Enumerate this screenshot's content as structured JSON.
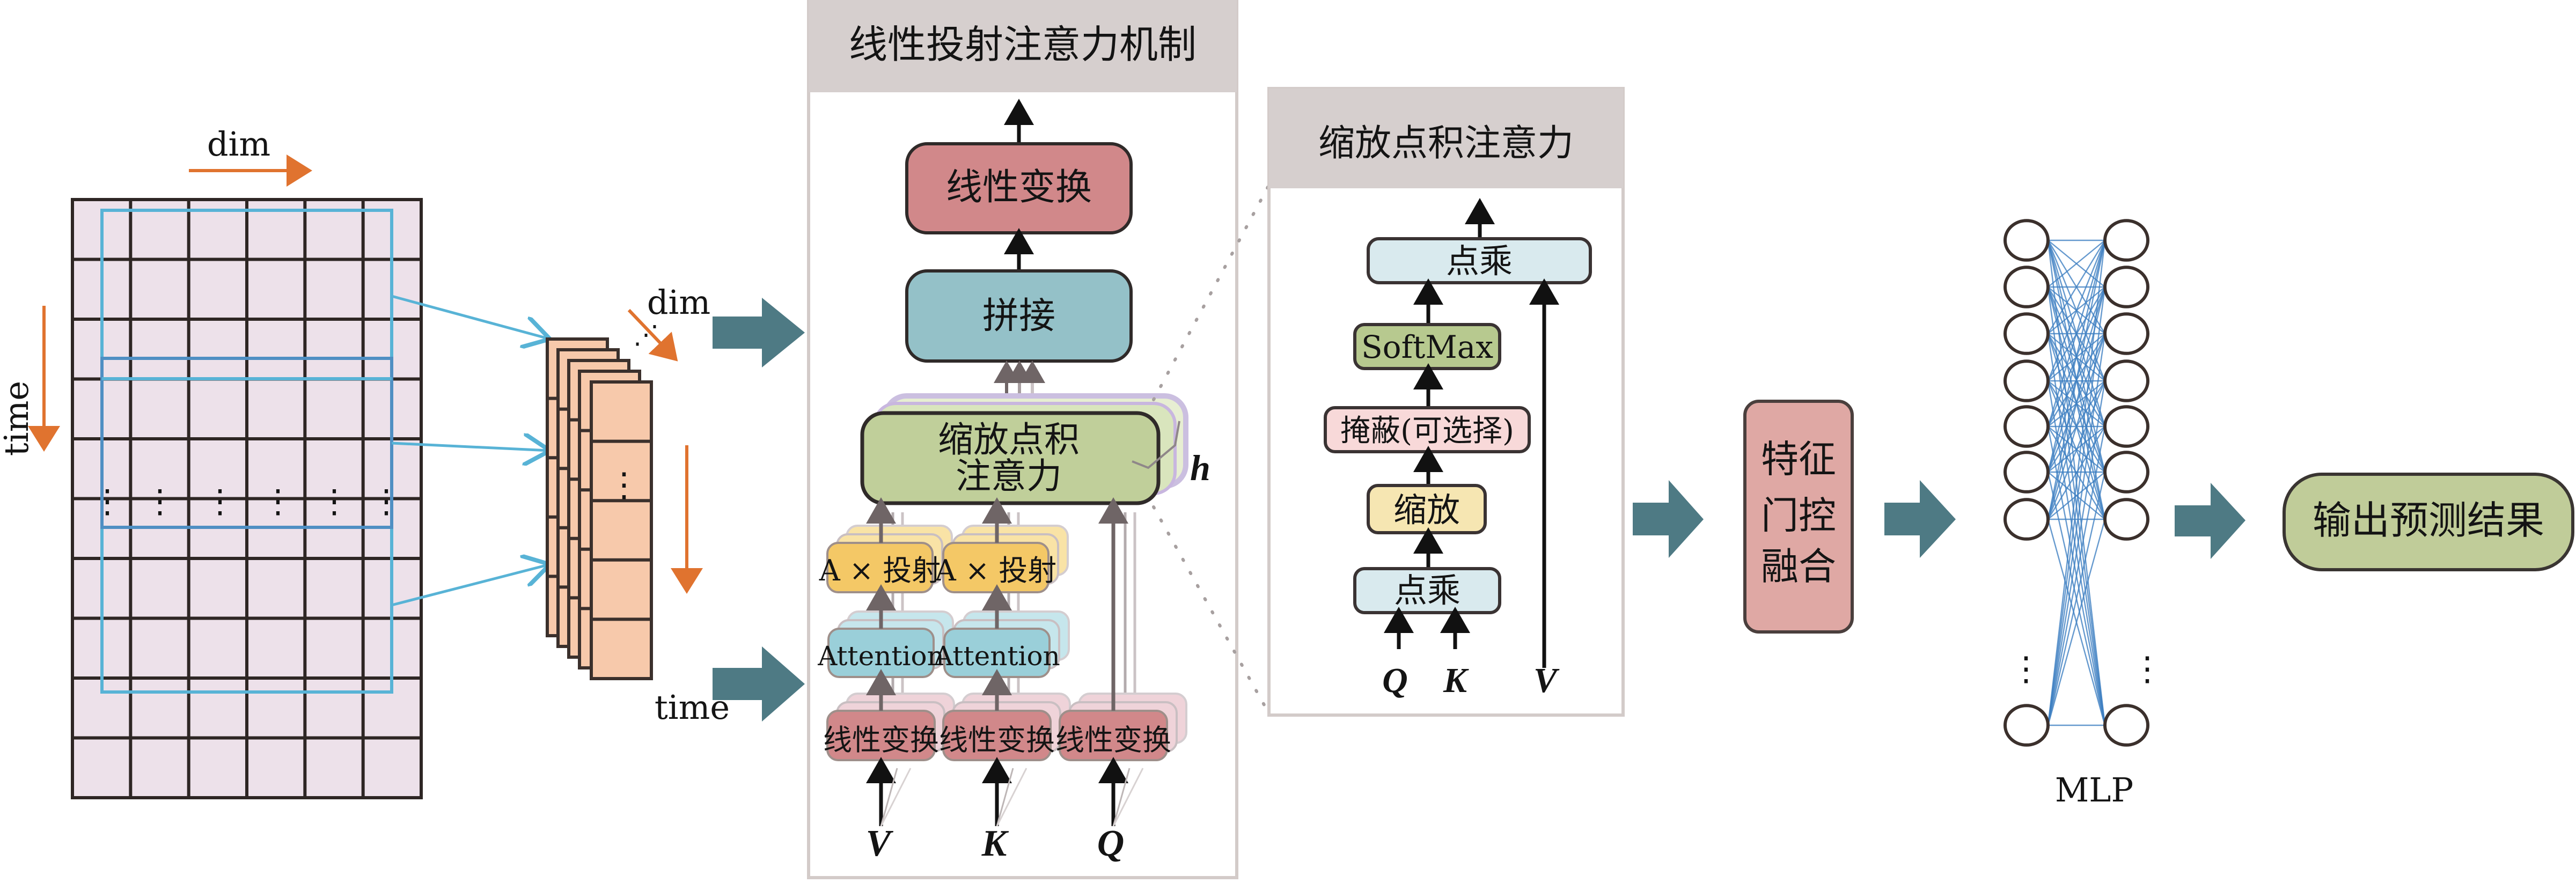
{
  "colors": {
    "grid_fill": "#ede1ea",
    "grid_line": "#2e2624",
    "cyan_frame": "#58b3d6",
    "orange_arrow": "#e0732f",
    "stack_fill": "#f7c9ab",
    "teal_arrow": "#4e7a84",
    "panel_header": "#d6cfce",
    "linear_red": "#d1888a",
    "concat_teal": "#94c1c8",
    "sdpa_green": "#c0cf9a",
    "proj_yellow": "#f4c866",
    "attn_cyan": "#9acfd9",
    "dot_light": "#d9eaee",
    "mask_pink": "#f8d9d9",
    "scale_cream": "#f6e6b2",
    "gate_pink": "#dfa8a4",
    "output_green": "#c0cc99",
    "mlp_edge": "#3f7fc2",
    "mlp_node": "#3b302c"
  },
  "input_matrix": {
    "dim_label": "dim",
    "time_label": "time",
    "ellipsis": "⋮",
    "rows": 10,
    "cols": 6
  },
  "stack": {
    "dim_label": "dim",
    "time_label": "time",
    "ellipsis": "⋮",
    "stack_ellipsis": "⋰"
  },
  "lpa_panel": {
    "title": "线性投射注意力机制",
    "linear_out": "线性变换",
    "concat": "拼接",
    "sdpa_line1": "缩放点积",
    "sdpa_line2": "注意力",
    "heads_label": "h",
    "proj_label": "A × 投射",
    "attention_label": "Attention",
    "linear_in": "线性变换",
    "inputs": [
      "V",
      "K",
      "Q"
    ]
  },
  "sdpa_panel": {
    "title": "缩放点积注意力",
    "matmul_top": "点乘",
    "softmax": "SoftMax",
    "mask": "掩蔽(可选择)",
    "scale": "缩放",
    "matmul_bottom": "点乘",
    "inputs": [
      "Q",
      "K",
      "V"
    ]
  },
  "gate_fusion": {
    "line1": "特征",
    "line2": "门控",
    "line3": "融合"
  },
  "mlp": {
    "label": "MLP",
    "ellipsis": "⋮",
    "visible_nodes_per_layer": 8
  },
  "output": {
    "label": "输出预测结果"
  }
}
